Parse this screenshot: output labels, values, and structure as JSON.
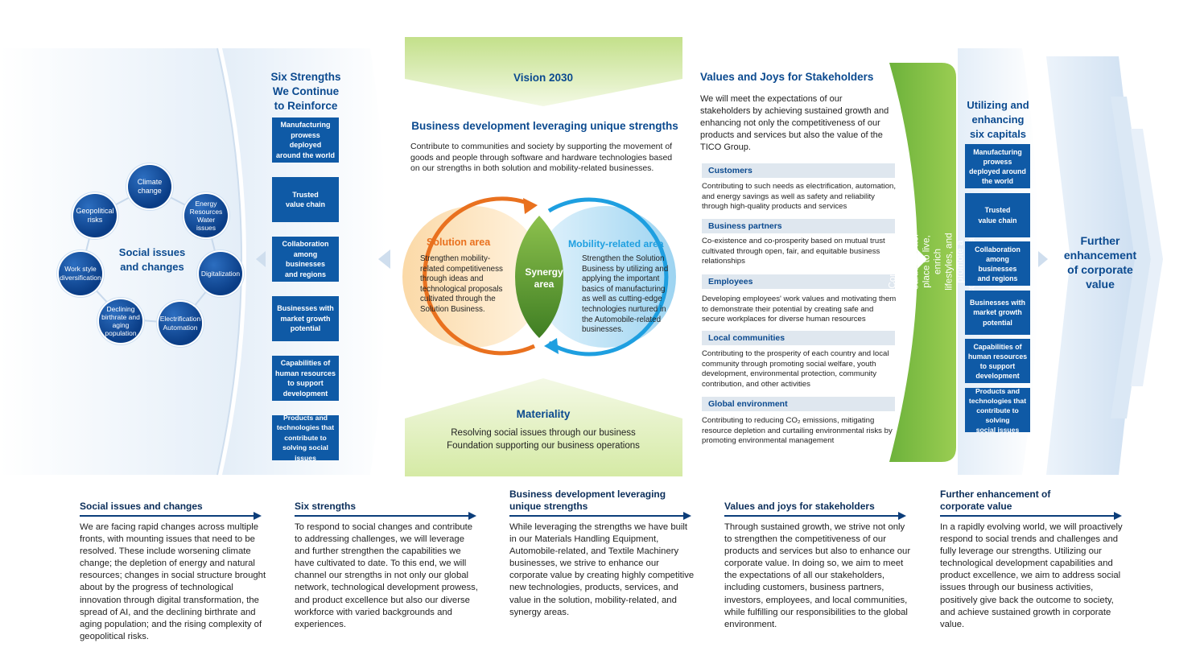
{
  "social": {
    "center": "Social issues\nand changes",
    "items": [
      "Climate\nchange",
      "Energy\nResources\nWater\nissues",
      "Digitalization",
      "Electrification\nAutomation",
      "Declining\nbirthrate and\naging\npopulation",
      "Work style\ndiversification",
      "Geopolitical\nrisks"
    ]
  },
  "strengths": {
    "title": "Six Strengths\nWe Continue\nto Reinforce",
    "items": [
      "Manufacturing\nprowess deployed\naround the world",
      "Trusted\nvalue chain",
      "Collaboration\namong businesses\nand regions",
      "Businesses with\nmarket growth\npotential",
      "Capabilities of\nhuman resources\nto support\ndevelopment",
      "Products and\ntechnologies that\ncontribute to\nsolving social issues"
    ]
  },
  "center": {
    "vision": "Vision 2030",
    "title": "Business development leveraging unique strengths",
    "desc": "Contribute to communities and society by supporting the movement of goods and people through software and hardware technologies based on our strengths in both solution and mobility-related businesses.",
    "solution_title": "Solution area",
    "solution_text": "Strengthen mobility-related competitiveness through ideas and technological proposals cultivated through the Solution Business.",
    "mobility_title": "Mobility-related area",
    "mobility_text": "Strengthen the Solution Business by utilizing and applying the important basics of manufacturing as well as cutting-edge technologies nurtured in the Automobile-related businesses.",
    "synergy": "Synergy\narea",
    "materiality": "Materiality",
    "mat_line1": "Resolving social issues through our business",
    "mat_line2": "Foundation supporting our business operations"
  },
  "values": {
    "title": "Values and Joys for Stakeholders",
    "intro": "We will meet the expectations of our stakeholders by achieving sustained growth and enhancing not only the competitiveness of our products and services but also the value of the TICO Group.",
    "stakeholders": [
      {
        "label": "Customers",
        "text": "Contributing to such needs as electrification, automation, and energy savings as well as safety and reliability through high-quality products and services"
      },
      {
        "label": "Business partners",
        "text": "Co-existence and co-prosperity based on mutual trust cultivated through open, fair, and equitable business relationships"
      },
      {
        "label": "Employees",
        "text": "Developing employees' work values and motivating them to demonstrate their potential by creating safe and secure workplaces for diverse human resources"
      },
      {
        "label": "Local communities",
        "text": "Contributing to the prosperity of each country and local community through promoting social welfare, youth development, environmental protection, community contribution, and other activities"
      },
      {
        "label": "Global environment",
        "text": "Contributing to reducing CO₂ emissions, mitigating resource depletion and curtailing environmental risks by promoting environmental management"
      }
    ]
  },
  "band": "Contribute to making the earth a better place to live, enrich lifestyles, and promote a compassionate society",
  "capitals": {
    "title": "Utilizing and\nenhancing\nsix capitals",
    "items": [
      "Manufacturing\nprowess\ndeployed around\nthe world",
      "Trusted\nvalue chain",
      "Collaboration\namong\nbusinesses\nand regions",
      "Businesses with\nmarket growth\npotential",
      "Capabilities of\nhuman resources\nto support\ndevelopment",
      "Products and\ntechnologies that\ncontribute to solving\nsocial issues"
    ]
  },
  "further": "Further\nenhancement\nof corporate\nvalue",
  "bottom": [
    {
      "head": "Social issues and changes",
      "text": "We are facing rapid changes across multiple fronts, with mounting issues that need to be resolved. These include worsening climate change; the depletion of energy and natural resources; changes in social structure brought about by the progress of technological innovation through digital transformation, the spread of AI, and the declining birthrate and aging population; and the rising complexity of geopolitical risks."
    },
    {
      "head": "Six strengths",
      "text": "To respond to social changes and contribute to addressing challenges, we will leverage and further strengthen the capabilities we have cultivated to date. To this end, we will channel our strengths in not only our global network, technological development prowess, and product excellence but also our diverse workforce with varied backgrounds and experiences."
    },
    {
      "head": "Business development leveraging\nunique strengths",
      "text": "While leveraging the strengths we have built in our Materials Handling Equipment, Automobile-related, and Textile Machinery businesses, we strive to enhance our corporate value by creating highly competitive new technologies, products, services, and value in the solution, mobility-related, and synergy areas."
    },
    {
      "head": "Values and joys for stakeholders",
      "text": "Through sustained growth, we strive not only to strengthen the competitiveness of our products and services but also to enhance our corporate value. In doing so, we aim to meet the expectations of all our stakeholders, including customers, business partners, investors, employees, and local communities, while fulfilling our responsibilities to the global environment."
    },
    {
      "head": "Further enhancement of\ncorporate value",
      "text": "In a rapidly evolving world, we will proactively respond to social trends and challenges and fully leverage our strengths. Utilizing our technological development capabilities and product excellence, we aim to address social issues through our business activities, positively give back the outcome to society, and achieve sustained growth in corporate value."
    }
  ]
}
